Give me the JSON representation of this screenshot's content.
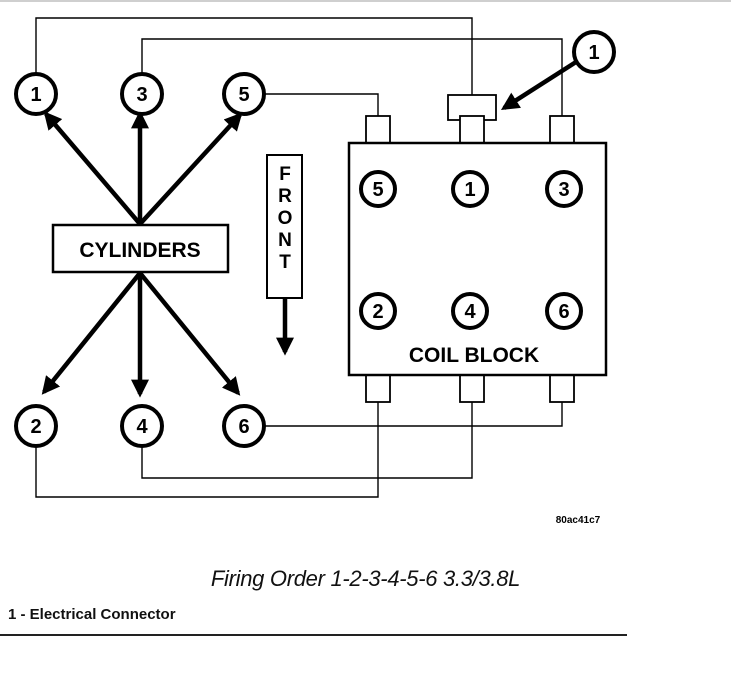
{
  "cylinders_label": "CYLINDERS",
  "front_label": "FRONT",
  "coil_block_label": "COIL BLOCK",
  "cylinders": [
    "1",
    "3",
    "5",
    "2",
    "4",
    "6"
  ],
  "coil_towers": [
    "5",
    "1",
    "3",
    "2",
    "4",
    "6"
  ],
  "callout": "1",
  "figure_code": "80ac41c7",
  "caption": "Firing Order 1-2-3-4-5-6 3.3/3.8L",
  "legend": "1 - Electrical Connector"
}
